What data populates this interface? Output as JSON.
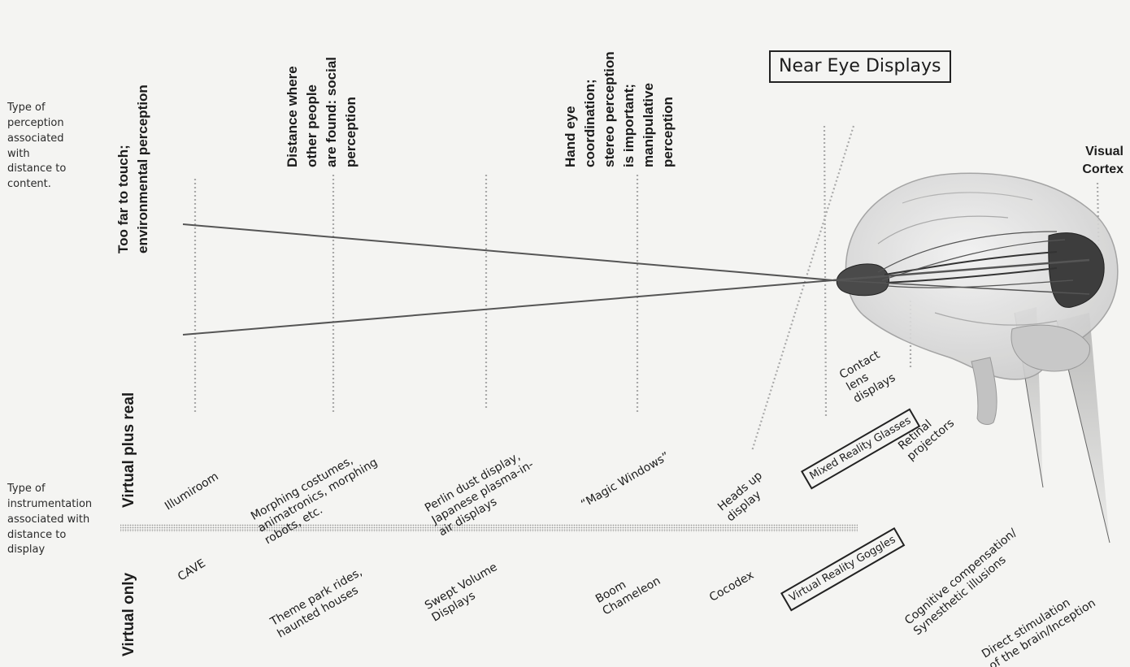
{
  "side_labels": {
    "perception": "Type of\nperception\nassociated\nwith\ndistance to\ncontent.",
    "instrumentation": "Type of\ninstrumentation\nassociated with\ndistance to\ndisplay"
  },
  "perception_headings": [
    "Too far to touch;\nenvironmental perception",
    "Distance where\nother people\nare found: social\nperception",
    "Hand eye\ncoordination;\nstereo perception\nis important;\nmanipulative\nperception"
  ],
  "bands": {
    "upper": "Virtual plus real",
    "lower": "Virtual only"
  },
  "near_eye_displays": "Near Eye\nDisplays",
  "visual_cortex": "Visual\nCortex",
  "eye_labels": {
    "contact": "Contact\nlens\ndisplays",
    "retinal": "Retinal\nprojectors"
  },
  "virtual_plus_real": {
    "illumiroom": "Illumiroom",
    "morphing": "Morphing costumes,\nanimatronics, morphing\nrobots, etc.",
    "perlin": "Perlin dust display,\nJapanese plasma-in-\nair displays",
    "magic": "“Magic Windows”",
    "heads_up": "Heads up\ndisplay",
    "mixed_reality": "Mixed\nReality\nGlasses"
  },
  "virtual_only": {
    "cave": "CAVE",
    "theme_park": "Theme park rides,\nhaunted houses",
    "swept": "Swept Volume\nDisplays",
    "boom": "Boom\nChameleon",
    "cocodex": "Cocodex",
    "vr_goggles": "Virtual\nReality\nGoggles"
  },
  "cortex_labels": {
    "cognitive": "Cognitive compensation/\nSynesthetic illusions",
    "direct": "Direct stimulation\nof the brain/Inception"
  }
}
